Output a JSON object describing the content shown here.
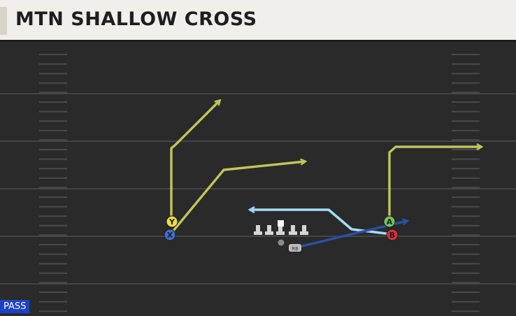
{
  "play": {
    "title": "MTN SHALLOW CROSS",
    "type_badge": "PASS"
  },
  "players": {
    "y": "Y",
    "x": "X",
    "a": "A",
    "b": "B",
    "rb": "RB"
  },
  "colors": {
    "field": "#2a2a2a",
    "yard_line": "#454545",
    "hash_mark": "#4a4a4a",
    "route_yellow": "#c2c55a",
    "route_light_blue": "#a4dcf7",
    "route_dark_blue": "#2e50a4",
    "player_y": "#f0dc3c",
    "player_x": "#3f6fd0",
    "player_a": "#6fc35a",
    "player_b": "#d9323c",
    "badge": "#1c42c8"
  }
}
